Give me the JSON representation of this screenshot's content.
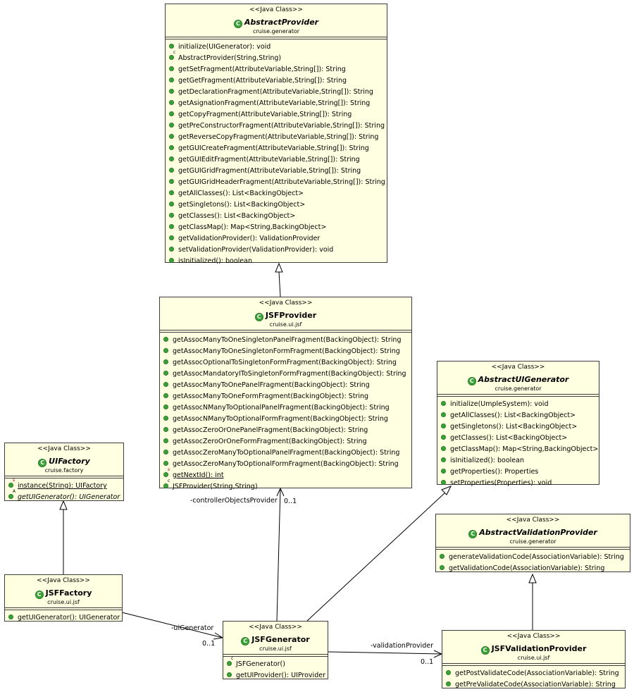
{
  "stereotype": "<<Java Class>>",
  "classes": {
    "abstract_provider": {
      "name": "AbstractProvider",
      "package": "cruise.generator",
      "methods": [
        {
          "text": "initialize(UIGenerator): void",
          "kind": "normal"
        },
        {
          "text": "AbstractProvider(String,String)",
          "kind": "ctor"
        },
        {
          "text": "getSetFragment(AttributeVariable,String[]): String",
          "kind": "normal"
        },
        {
          "text": "getGetFragment(AttributeVariable,String[]): String",
          "kind": "normal"
        },
        {
          "text": "getDeclarationFragment(AttributeVariable,String[]): String",
          "kind": "normal"
        },
        {
          "text": "getAsignationFragment(AttributeVariable,String[]): String",
          "kind": "normal"
        },
        {
          "text": "getCopyFragment(AttributeVariable,String[]): String",
          "kind": "normal"
        },
        {
          "text": "getPreConstructorFragment(AttributeVariable,String[]): String",
          "kind": "normal"
        },
        {
          "text": "getReverseCopyFragment(AttributeVariable,String[]): String",
          "kind": "normal"
        },
        {
          "text": "getGUICreateFragment(AttributeVariable,String[]): String",
          "kind": "normal"
        },
        {
          "text": "getGUIEditFragment(AttributeVariable,String[]): String",
          "kind": "normal"
        },
        {
          "text": "getGUIGridFragment(AttributeVariable,String[]): String",
          "kind": "normal"
        },
        {
          "text": "getGUIGridHeaderFragment(AttributeVariable,String[]): String",
          "kind": "normal"
        },
        {
          "text": "getAllClasses(): List<BackingObject>",
          "kind": "normal"
        },
        {
          "text": "getSingletons(): List<BackingObject>",
          "kind": "normal"
        },
        {
          "text": "getClasses(): List<BackingObject>",
          "kind": "normal"
        },
        {
          "text": "getClassMap(): Map<String,BackingObject>",
          "kind": "normal"
        },
        {
          "text": "getValidationProvider(): ValidationProvider",
          "kind": "normal"
        },
        {
          "text": "setValidationProvider(ValidationProvider): void",
          "kind": "normal"
        },
        {
          "text": "isInitialized(): boolean",
          "kind": "normal"
        }
      ]
    },
    "jsf_provider": {
      "name": "JSFProvider",
      "package": "cruise.ui.jsf",
      "methods": [
        {
          "text": "getAssocManyToOneSingletonPanelFragment(BackingObject): String",
          "kind": "normal"
        },
        {
          "text": "getAssocManyToOneSingletonFormFragment(BackingObject): String",
          "kind": "normal"
        },
        {
          "text": "getAssocOptionalToSingletonFormFragment(BackingObject): String",
          "kind": "normal"
        },
        {
          "text": "getAssocMandatoryIToSingletonFormFragment(BackingObject): String",
          "kind": "normal"
        },
        {
          "text": "getAssocManyToOnePanelFragment(BackingObject): String",
          "kind": "normal"
        },
        {
          "text": "getAssocManyToOneFormFragment(BackingObject): String",
          "kind": "normal"
        },
        {
          "text": "getAssocNManyToOptionalPanelFragment(BackingObject): String",
          "kind": "normal"
        },
        {
          "text": "getAssocNManyToOptionalFormFragment(BackingObject): String",
          "kind": "normal"
        },
        {
          "text": "getAssocZeroOrOnePanelFragment(BackingObject): String",
          "kind": "normal"
        },
        {
          "text": "getAssocZeroOrOneFormFragment(BackingObject): String",
          "kind": "normal"
        },
        {
          "text": "getAssocZeroManyToOptionalPanelFragment(BackingObject): String",
          "kind": "normal"
        },
        {
          "text": "getAssocZeroManyToOptionalFormFragment(BackingObject): String",
          "kind": "normal"
        },
        {
          "text": "getNextId(): int",
          "kind": "static"
        },
        {
          "text": "JSFProvider(String,String)",
          "kind": "ctor"
        }
      ]
    },
    "abstract_ui_generator": {
      "name": "AbstractUIGenerator",
      "package": "cruise.generator",
      "methods": [
        {
          "text": "initialize(UmpleSystem): void",
          "kind": "normal"
        },
        {
          "text": "getAllClasses(): List<BackingObject>",
          "kind": "normal"
        },
        {
          "text": "getSingletons(): List<BackingObject>",
          "kind": "normal"
        },
        {
          "text": "getClasses(): List<BackingObject>",
          "kind": "normal"
        },
        {
          "text": "getClassMap(): Map<String,BackingObject>",
          "kind": "normal"
        },
        {
          "text": "isInitialized(): boolean",
          "kind": "normal"
        },
        {
          "text": "getProperties(): Properties",
          "kind": "normal"
        },
        {
          "text": "setProperties(Properties): void",
          "kind": "normal"
        }
      ]
    },
    "ui_factory": {
      "name": "UIFactory",
      "package": "cruise.factory",
      "methods": [
        {
          "text": "instance(String): UIFactory",
          "kind": "static"
        },
        {
          "text": "getUIGenerator(): UIGenerator",
          "kind": "abstract"
        }
      ]
    },
    "abstract_validation_provider": {
      "name": "AbstractValidationProvider",
      "package": "cruise.generator",
      "methods": [
        {
          "text": "generateValidationCode(AssociationVariable): String",
          "kind": "normal"
        },
        {
          "text": "getValidationCode(AssociationVariable): String",
          "kind": "normal"
        }
      ]
    },
    "jsf_factory": {
      "name": "JSFFactory",
      "package": "cruise.ui.jsf",
      "methods": [
        {
          "text": "getUIGenerator(): UIGenerator",
          "kind": "normal"
        }
      ]
    },
    "jsf_generator": {
      "name": "JSFGenerator",
      "package": "cruise.ui.jsf",
      "methods": [
        {
          "text": "JSFGenerator()",
          "kind": "ctor"
        },
        {
          "text": "getUIProvider(): UIProvider",
          "kind": "normal"
        }
      ]
    },
    "jsf_validation_provider": {
      "name": "JSFValidationProvider",
      "package": "cruise.ui.jsf",
      "methods": [
        {
          "text": "getPostValidateCode(AssociationVariable): String",
          "kind": "normal"
        },
        {
          "text": "getPreValidateCode(AssociationVariable): String",
          "kind": "normal"
        }
      ]
    }
  },
  "associations": {
    "controller_role": "-controllerObjectsProvider",
    "controller_mult": "0..1",
    "ui_role": "-uiGenerator",
    "ui_mult": "0..1",
    "validation_role": "-validationProvider",
    "validation_mult": "0..1"
  },
  "colors": {
    "class_fill": "#ffffe1",
    "border": "#3c3c3c",
    "method_icon": "#3aa437"
  }
}
